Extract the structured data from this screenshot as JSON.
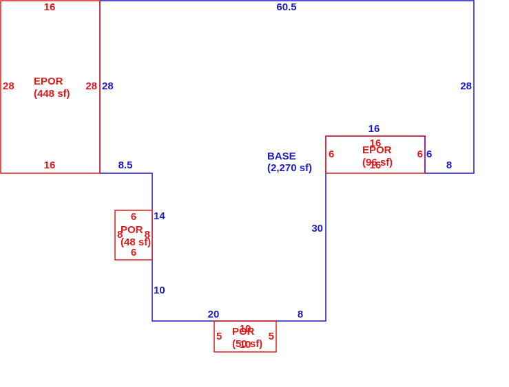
{
  "colors": {
    "base": "#1a1acc",
    "porch": "#e01a1a"
  },
  "areas": {
    "base": {
      "name": "BASE",
      "area": "(2,270 sf)"
    },
    "epor_left": {
      "name": "EPOR",
      "area": "(448 sf)"
    },
    "epor_right": {
      "name": "EPOR",
      "area": "(96 sf)"
    },
    "por_left": {
      "name": "POR",
      "area": "(48 sf)"
    },
    "por_bottom": {
      "name": "POR",
      "area": "(50 sf)"
    }
  },
  "dimensions": {
    "base_top": "60.5",
    "base_left_upper": "28",
    "base_right": "28",
    "base_step_top": "8.5",
    "base_left_mid": "14",
    "base_left_low": "10",
    "base_bottom_left": "20",
    "base_bottom_right": "8",
    "base_inner_vertical": "30",
    "base_notch_top": "16",
    "base_notch_right": "6",
    "base_right_bottom": "8",
    "epor_left_top": "16",
    "epor_left_bottom": "16",
    "epor_left_left": "28",
    "epor_left_right": "28",
    "epor_right_top": "16",
    "epor_right_bottom": "16",
    "epor_right_left": "6",
    "epor_right_right": "6",
    "por_left_top": "6",
    "por_left_bottom": "6",
    "por_left_left": "8",
    "por_left_right": "8",
    "por_bottom_top": "10",
    "por_bottom_bottom": "10",
    "por_bottom_left": "5",
    "por_bottom_right": "5"
  }
}
